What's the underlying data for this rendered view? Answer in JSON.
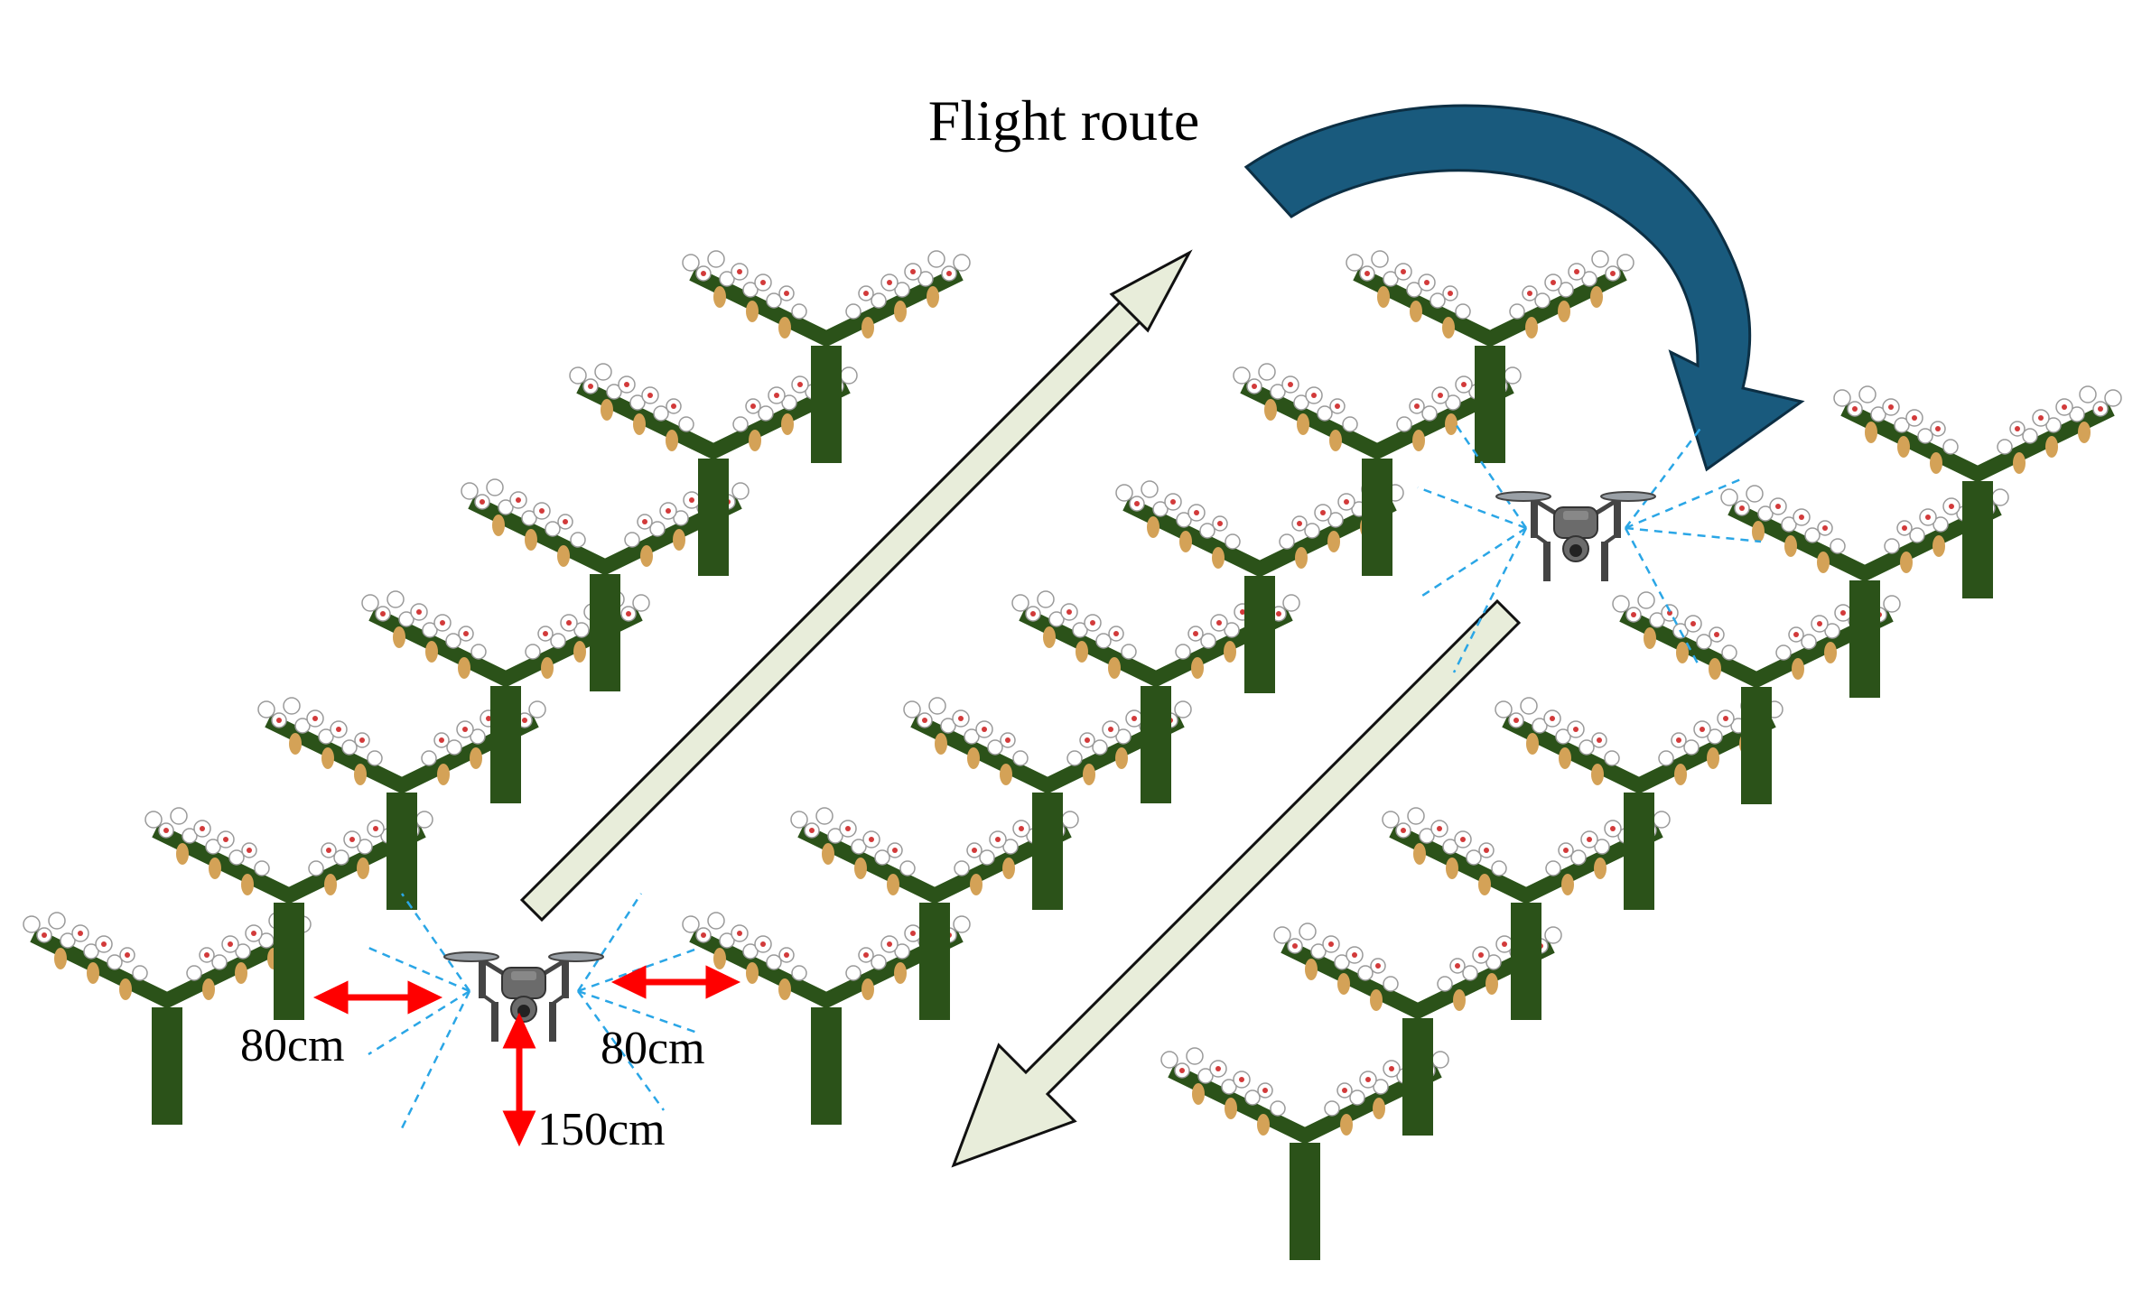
{
  "title": "Flight route",
  "measurements": {
    "left_side": "80cm",
    "right_side": "80cm",
    "height": "150cm"
  },
  "colors": {
    "trunk": "#2b5219",
    "route_arrow_fill": "#e8edda",
    "route_arrow_stroke": "#111111",
    "turn_arrow_fill": "#195a7d",
    "turn_arrow_stroke": "#0c2f44",
    "distance_arrow": "#ff0000",
    "camera_rays": "#2aa6e6",
    "drone_body": "#555555",
    "flower": "#ffffff",
    "flower_center": "#d23a3a",
    "fruit": "#d4a257"
  },
  "icons": {
    "drone": "quadcopter-drone-icon",
    "tree": "y-trellis-tree-icon",
    "turn": "curved-turn-arrow-icon",
    "route": "straight-route-arrow-icon"
  }
}
